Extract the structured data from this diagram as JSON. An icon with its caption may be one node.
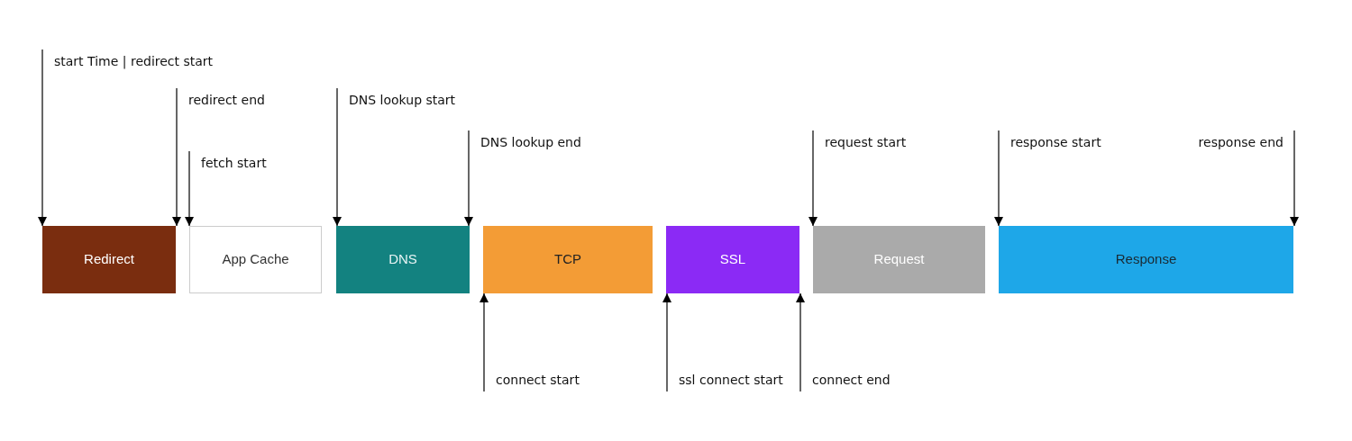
{
  "diagram": {
    "nodes": [
      {
        "text": [
          "Redirect"
        ]
      },
      {
        "text": [
          "App Cache"
        ]
      },
      {
        "text": [
          "DNS"
        ]
      },
      {
        "text": [
          "TCP"
        ]
      },
      {
        "text": [
          "SSL"
        ]
      },
      {
        "text": [
          "Request"
        ]
      },
      {
        "text": [
          "Response"
        ]
      },
      {
        "text": [
          "start Time | redirect start"
        ]
      },
      {
        "text": [
          "redirect end"
        ]
      },
      {
        "text": [
          "fetch start"
        ]
      },
      {
        "text": [
          "DNS lookup start"
        ]
      },
      {
        "text": [
          "DNS lookup end"
        ]
      },
      {
        "text": [
          "request start"
        ]
      },
      {
        "text": [
          "response start"
        ]
      },
      {
        "text": [
          "response end"
        ]
      },
      {
        "text": [
          "connect start"
        ]
      },
      {
        "text": [
          "ssl connect start"
        ]
      },
      {
        "text": [
          "connect end"
        ]
      }
    ],
    "edges": [
      {
        "from": 7,
        "to": 0,
        "arrow": "to"
      },
      {
        "from": 8,
        "to": 0,
        "arrow": "to"
      },
      {
        "from": 9,
        "to": 1,
        "arrow": "to"
      },
      {
        "from": 10,
        "to": 2,
        "arrow": "to"
      },
      {
        "from": 11,
        "to": 2,
        "arrow": "to"
      },
      {
        "from": 12,
        "to": 5,
        "arrow": "to"
      },
      {
        "from": 13,
        "to": 6,
        "arrow": "to"
      },
      {
        "from": 14,
        "to": 6,
        "arrow": "to"
      },
      {
        "from": 15,
        "to": 3,
        "arrow": "to"
      },
      {
        "from": 16,
        "to": 4,
        "arrow": "to"
      },
      {
        "from": 17,
        "to": 4,
        "arrow": "to"
      }
    ]
  }
}
